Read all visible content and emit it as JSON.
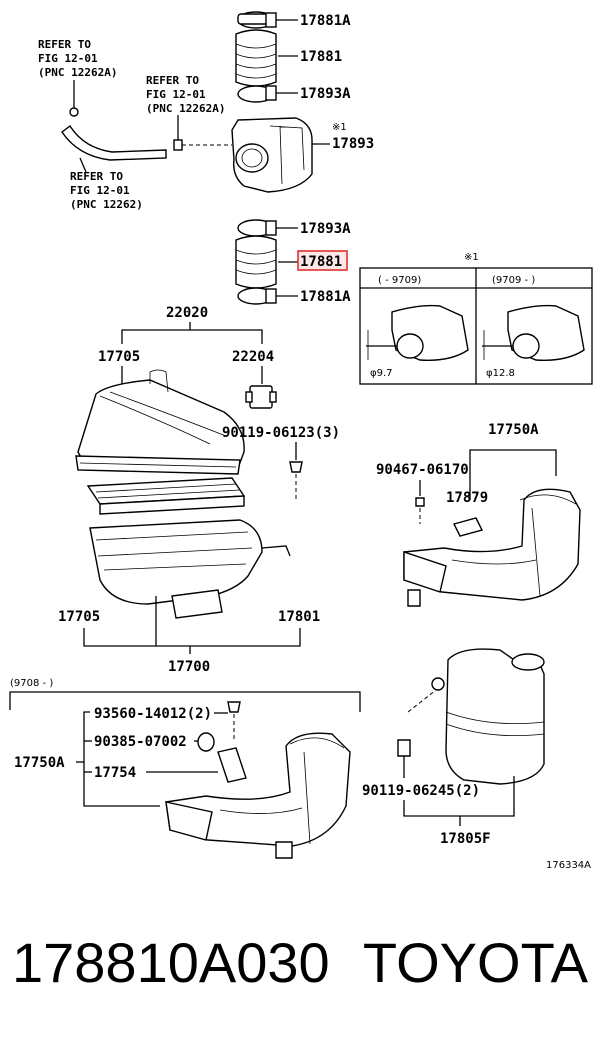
{
  "diagram": {
    "refs": [
      {
        "l1": "REFER TO",
        "l2": "FIG 12-01",
        "l3": "(PNC 12262A)"
      },
      {
        "l1": "REFER TO",
        "l2": "FIG 12-01",
        "l3": "(PNC 12262A)"
      },
      {
        "l1": "REFER TO",
        "l2": "FIG 12-01",
        "l3": "(PNC 12262)"
      }
    ],
    "labels": {
      "p17881A_top": "17881A",
      "p17881_top": "17881",
      "p17893A_top": "17893A",
      "mark1_a": "※1",
      "p17893": "17893",
      "p17893A_mid": "17893A",
      "p17881_hl": "17881",
      "p17881A_mid": "17881A",
      "p22020": "22020",
      "p17705_top": "17705",
      "p22204": "22204",
      "p90119_06123": "90119-06123(3)",
      "p17750A_r": "17750A",
      "p90467": "90467-06170",
      "p17879": "17879",
      "p17705_bot": "17705",
      "p17801": "17801",
      "p17700": "17700",
      "range_9708": "(9708 -      )",
      "p93560": "93560-14012(2)",
      "p90385": "90385-07002",
      "p17750A_l": "17750A",
      "p17754": "17754",
      "p90119_06245": "90119-06245(2)",
      "p17805F": "17805F",
      "fig_id": "176334A"
    },
    "inset": {
      "mark": "※1",
      "left_range": "(      - 9709)",
      "right_range": "(9709 -      )",
      "left_dim": "φ9.7",
      "right_dim": "φ12.8"
    }
  },
  "footer": {
    "part_number": "178810A030",
    "brand": "TOYOTA"
  }
}
